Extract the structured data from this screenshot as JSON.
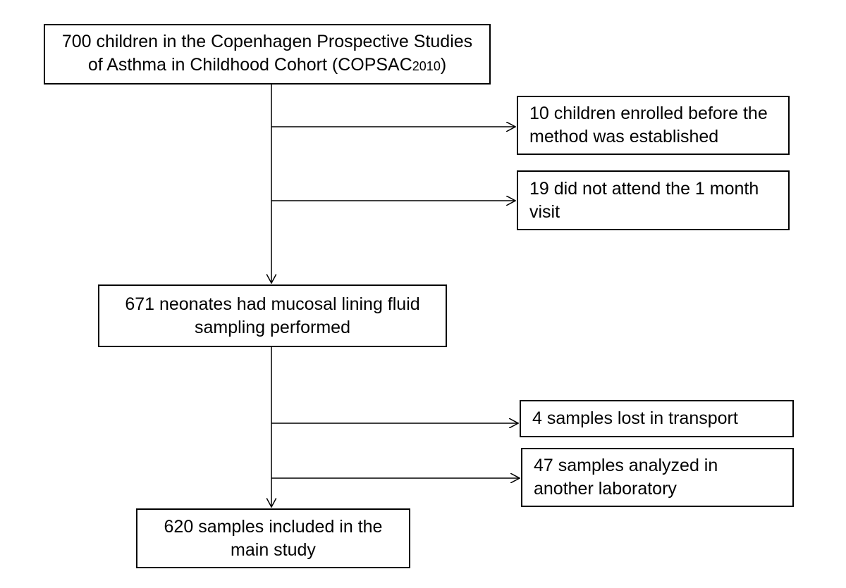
{
  "flowchart": {
    "cohort_box": {
      "line1": "700 children in the Copenhagen Prospective Studies",
      "line2_prefix": "of Asthma in Childhood Cohort (COPSAC",
      "line2_sub": "2010",
      "line2_suffix": ")"
    },
    "exclusion_1": {
      "line1": "10 children enrolled before the",
      "line2": "method was established"
    },
    "exclusion_2": {
      "line1": "19 did not attend the 1 month",
      "line2": "visit"
    },
    "sampling_box": {
      "line1": "671 neonates had mucosal lining fluid",
      "line2": "sampling performed"
    },
    "exclusion_3": {
      "line1": "4 samples lost in transport"
    },
    "exclusion_4": {
      "line1": "47 samples analyzed in",
      "line2": "another laboratory"
    },
    "final_box": {
      "line1": "620 samples included in the",
      "line2": "main study"
    }
  },
  "colors": {
    "stroke": "#000000",
    "background": "#ffffff"
  }
}
